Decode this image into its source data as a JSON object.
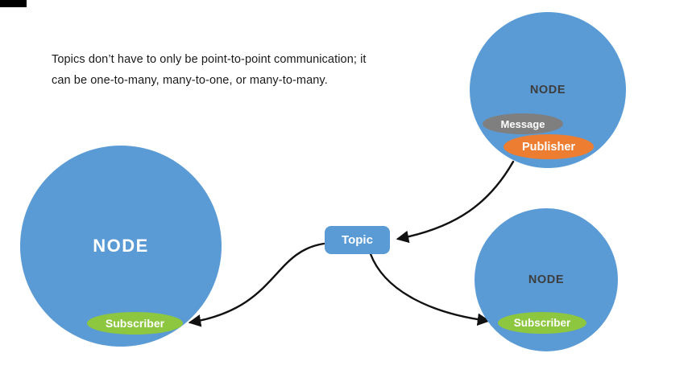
{
  "caption": {
    "line1": "Topics don’t have to only be point-to-point communication; it",
    "line2": "can be one-to-many, many-to-one, or many-to-many."
  },
  "topic": {
    "label": "Topic"
  },
  "nodes": {
    "left": {
      "label": "NODE",
      "subscriber": "Subscriber"
    },
    "top_right": {
      "label": "NODE",
      "message": "Message",
      "publisher": "Publisher"
    },
    "bottom_right": {
      "label": "NODE",
      "subscriber": "Subscriber"
    }
  },
  "colors": {
    "background": "#FFFFFF",
    "node_fill": "#5B9BD5",
    "topic_fill": "#5B9BD5",
    "message_fill": "#7F7F7F",
    "publisher_fill": "#ED7D31",
    "subscriber_fill": "#8DC63F",
    "arrow": "#111111",
    "node_label_light": "#FFFFFF",
    "node_label_dark": "#3D3D3D"
  }
}
